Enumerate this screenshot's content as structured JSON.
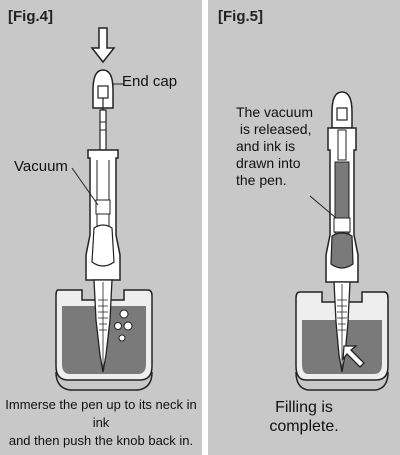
{
  "figures": [
    {
      "label": "[Fig.4]",
      "callouts": {
        "end_cap": "End cap",
        "vacuum": "Vacuum"
      },
      "caption_lines": [
        "Immerse the pen up to its neck in ink",
        "and then push the knob back in."
      ],
      "icons": [
        "down-arrow-icon"
      ]
    },
    {
      "label": "[Fig.5]",
      "callout_lines": [
        "The vacuum",
        " is released,",
        "and ink is",
        "drawn into",
        "the pen."
      ],
      "caption_lines": [
        "Filling is",
        "complete."
      ],
      "icons": [
        "up-left-arrow-icon"
      ]
    }
  ],
  "colors": {
    "panel_bg": "#c8c8c8",
    "ink": "#7a7a7a",
    "ink_dark": "#5c5c5c",
    "outline": "#222222",
    "part_fill": "#ffffff"
  }
}
